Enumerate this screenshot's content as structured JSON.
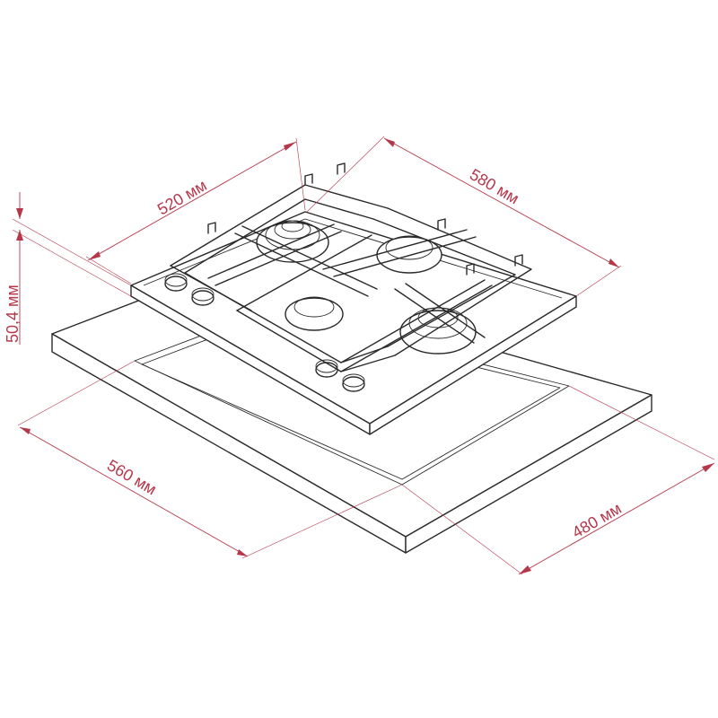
{
  "dimensions": {
    "width_top": "520 мм",
    "depth_top": "580 мм",
    "height": "50,4 мм",
    "cutout_width": "560 мм",
    "cutout_depth": "480 мм"
  },
  "colors": {
    "dimension": "#b5384a",
    "outline": "#2a2a2a"
  }
}
